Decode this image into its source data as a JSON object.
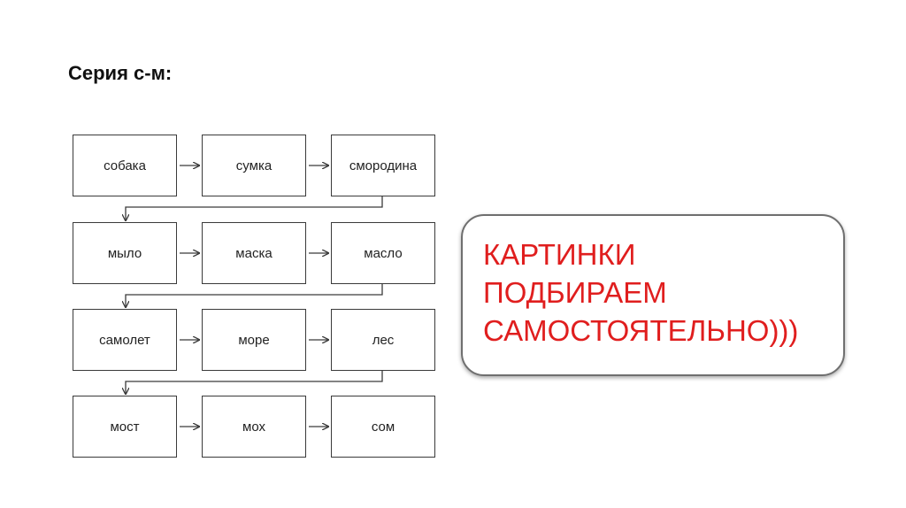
{
  "title": "Серия с-м:",
  "rows": [
    [
      "собака",
      "сумка",
      "смородина"
    ],
    [
      "мыло",
      "маска",
      "масло"
    ],
    [
      "самолет",
      "море",
      "лес"
    ],
    [
      "мост",
      "мох",
      "сом"
    ]
  ],
  "note": {
    "lines": [
      "КАРТИНКИ",
      "ПОДБИРАЕМ",
      "САМОСТОЯТЕЛЬНО)))"
    ]
  },
  "colors": {
    "note_text": "#e01e1e",
    "box_border": "#3a3a3a",
    "note_border": "#6f6f6f"
  }
}
